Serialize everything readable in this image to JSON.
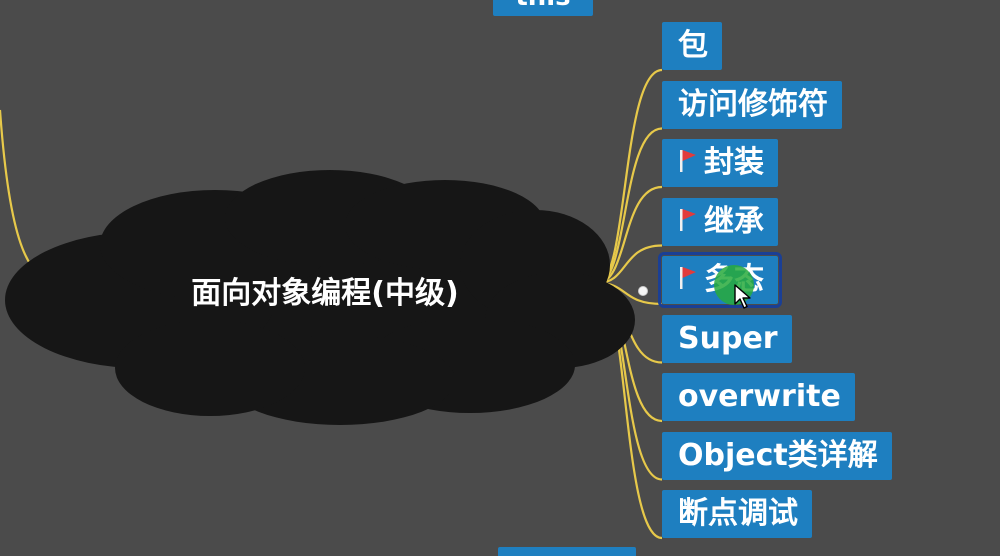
{
  "colors": {
    "background": "#4b4b4b",
    "cloud": "#161616",
    "node": "#1e7fc0",
    "connector": "#e7c94a",
    "flag": "#e23b3b",
    "selected_outline": "#1a3f95",
    "cursor_highlight": "#28aa3c"
  },
  "top_partial_node": {
    "label": "this"
  },
  "central_topic": {
    "label": "面向对象编程(中级)"
  },
  "subtopics": [
    {
      "label": "包",
      "flag": false,
      "selected": false
    },
    {
      "label": "访问修饰符",
      "flag": false,
      "selected": false
    },
    {
      "label": "封装",
      "flag": true,
      "selected": false
    },
    {
      "label": "继承",
      "flag": true,
      "selected": false
    },
    {
      "label": "多态",
      "flag": true,
      "selected": true
    },
    {
      "label": "Super",
      "flag": false,
      "selected": false
    },
    {
      "label": "overwrite",
      "flag": false,
      "selected": false
    },
    {
      "label": "Object类详解",
      "flag": false,
      "selected": false
    },
    {
      "label": "断点调试",
      "flag": false,
      "selected": false
    }
  ],
  "icons": {
    "flag": "red-flag-icon",
    "collapse": "collapse-toggle-icon",
    "cursor": "mouse-pointer-icon"
  }
}
